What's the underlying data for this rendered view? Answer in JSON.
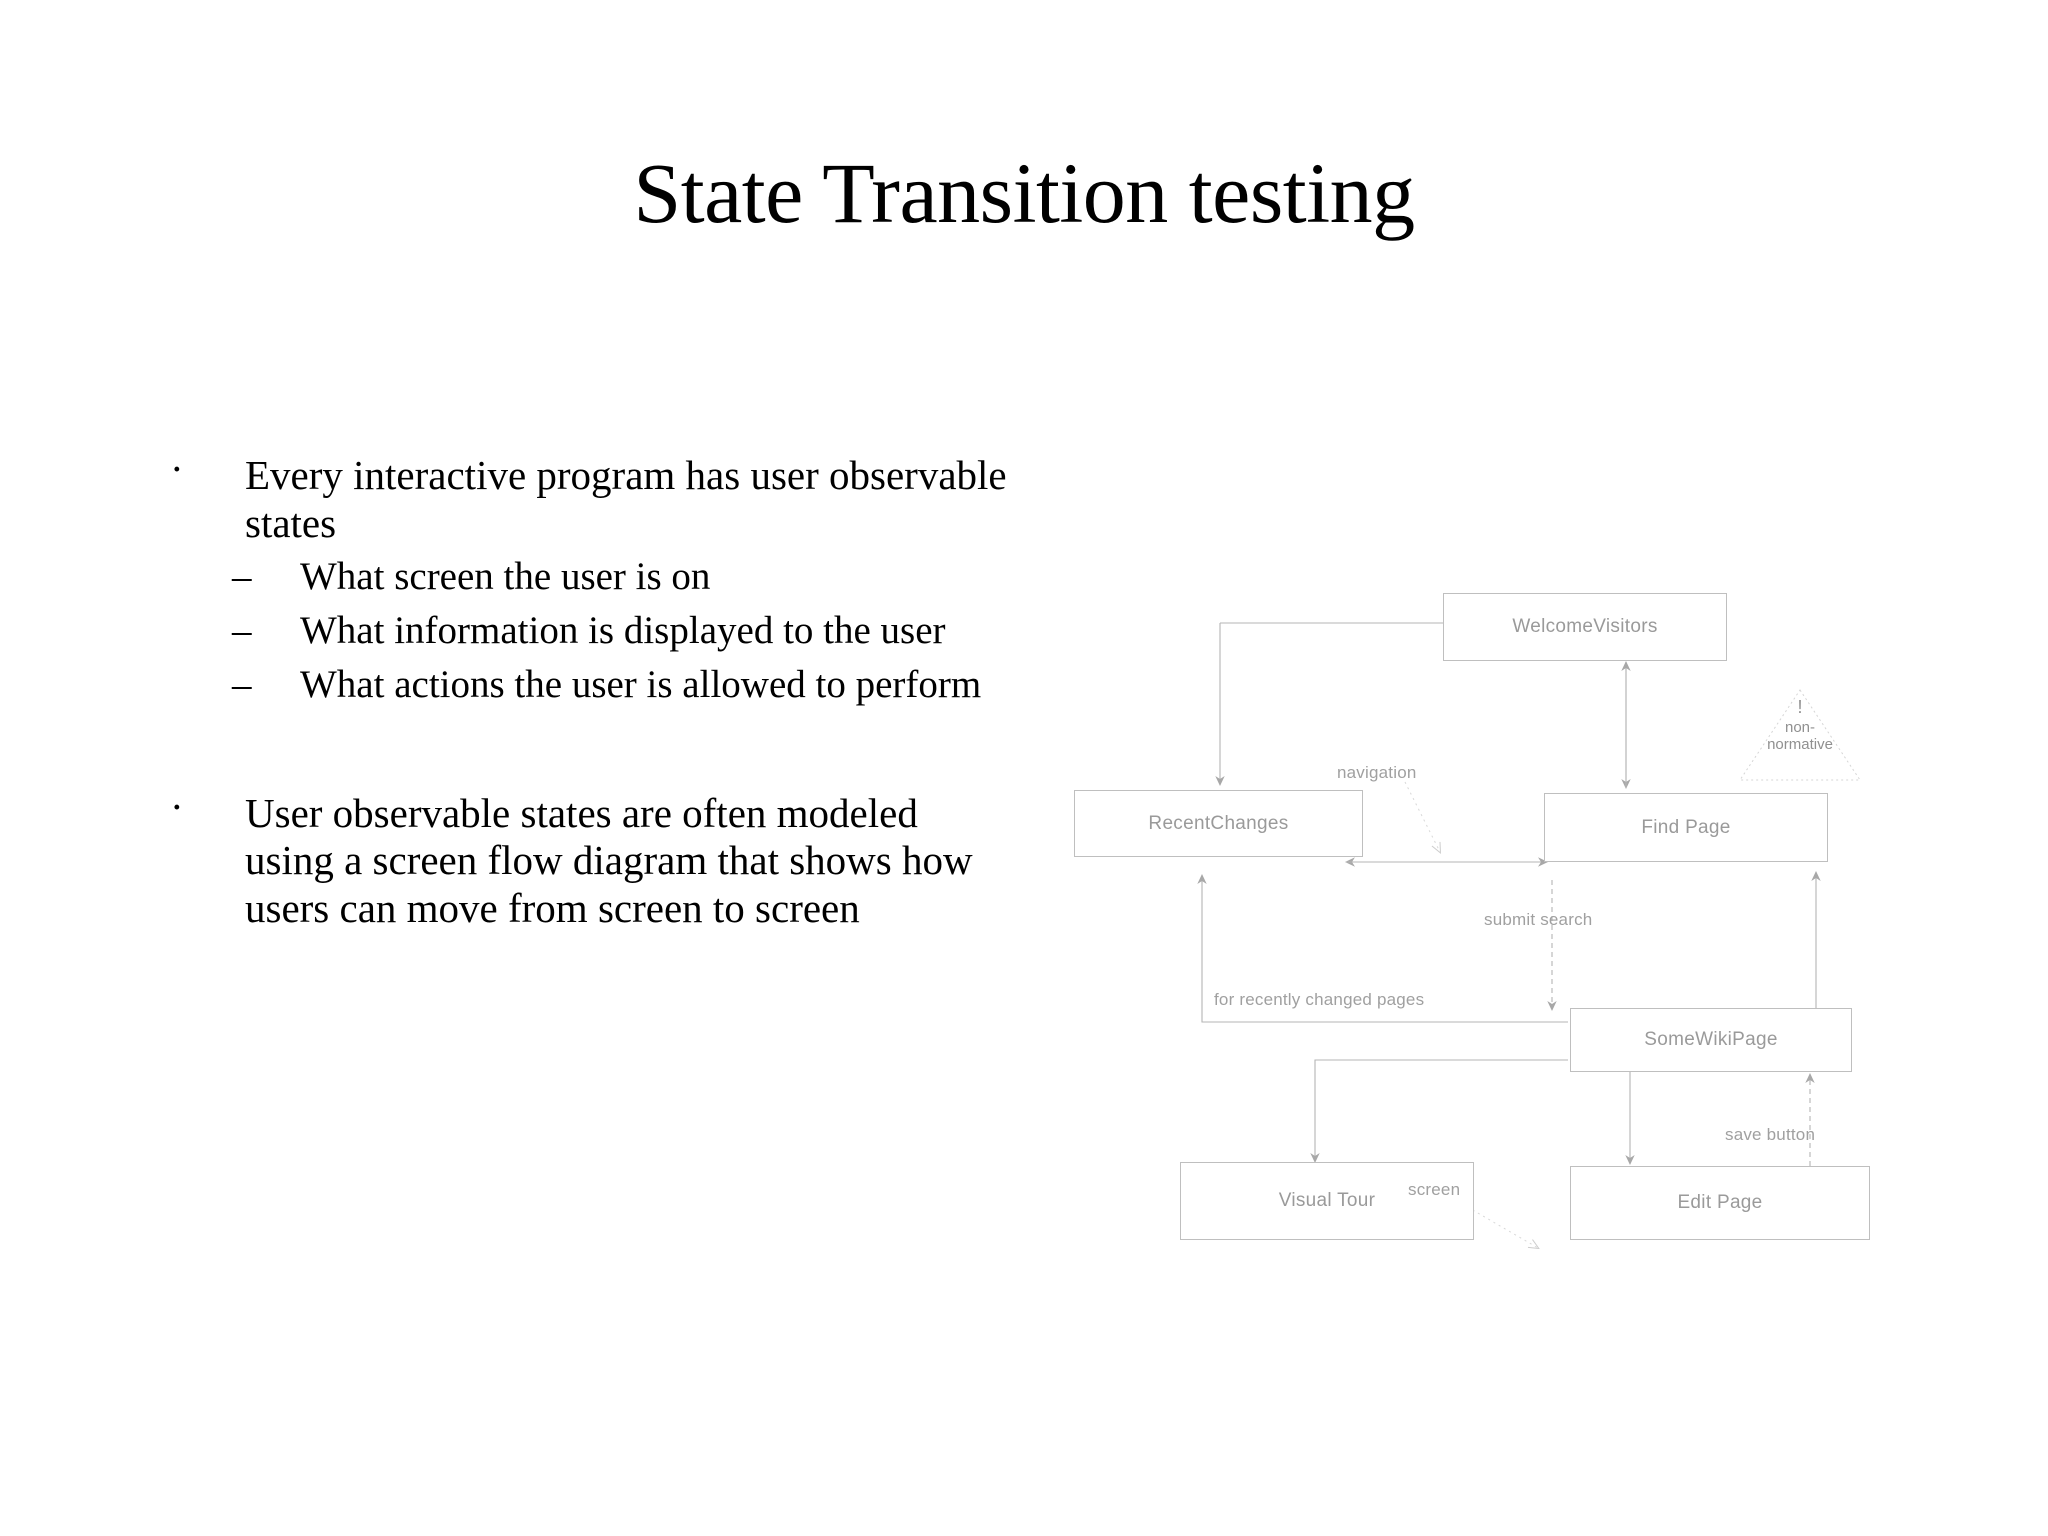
{
  "slide": {
    "title": "State Transition testing"
  },
  "content": {
    "bullets": [
      {
        "marker": "·",
        "text": "Every interactive program has user observable states",
        "sub_marker": "–",
        "sub_items": [
          "What screen the user is on",
          "What information is displayed to the user",
          "What actions the user is allowed to perform"
        ]
      },
      {
        "marker": "·",
        "text": "User observable states are often modeled using a screen flow diagram that shows how users can move from screen to screen",
        "sub_items": []
      }
    ]
  },
  "diagram": {
    "title": "screen flow diagram",
    "nodes": [
      {
        "id": "welcome",
        "label": "WelcomeVisitors"
      },
      {
        "id": "recentchanges",
        "label": "RecentChanges"
      },
      {
        "id": "findpage",
        "label": "Find Page"
      },
      {
        "id": "somewikipage",
        "label": "SomeWikiPage"
      },
      {
        "id": "visualtour",
        "label": "Visual Tour"
      },
      {
        "id": "editpage",
        "label": "Edit Page"
      }
    ],
    "edge_labels": [
      {
        "id": "navigation",
        "label": "navigation"
      },
      {
        "id": "submit-search",
        "label": "submit search"
      },
      {
        "id": "for-recently-changed-pages",
        "label": "for recently changed pages"
      },
      {
        "id": "screen",
        "label": "screen"
      },
      {
        "id": "save-button",
        "label": "save button"
      }
    ],
    "note": {
      "bang": "!",
      "line1": "non-",
      "line2": "normative"
    },
    "colors": {
      "box_border": "#bfbfbf",
      "box_text": "#9a9a9a",
      "edge_line": "#b5b5b5",
      "edge_label_text": "#a0a0a0",
      "background": "#ffffff"
    }
  }
}
